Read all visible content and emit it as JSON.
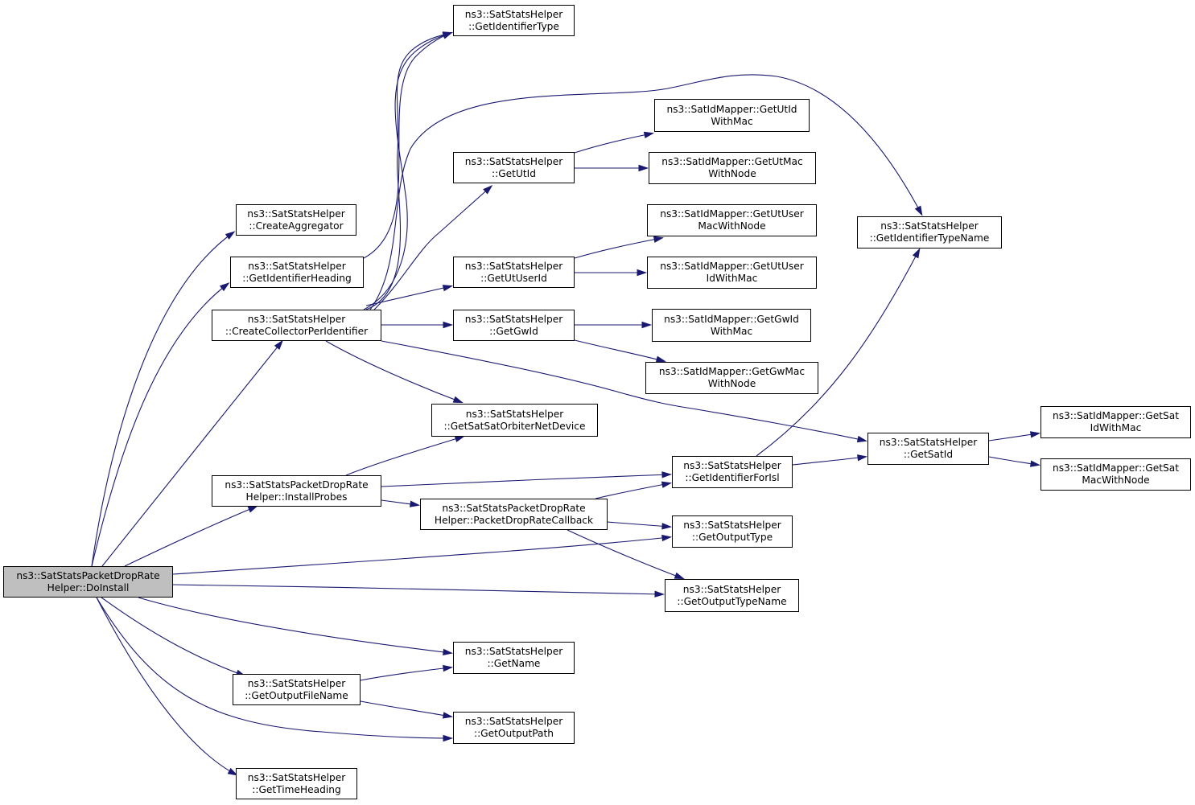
{
  "colors": {
    "edge": "#191970",
    "node_border": "#000000",
    "node_fill": "#ffffff",
    "focus_fill": "#bfbfbf"
  },
  "nodes": {
    "doinstall": {
      "l1": "ns3::SatStatsPacketDropRate",
      "l2": "Helper::DoInstall"
    },
    "createaggregator": {
      "l1": "ns3::SatStatsHelper",
      "l2": "::CreateAggregator"
    },
    "getidentifierheading": {
      "l1": "ns3::SatStatsHelper",
      "l2": "::GetIdentifierHeading"
    },
    "createcollectorperidentifier": {
      "l1": "ns3::SatStatsHelper",
      "l2": "::CreateCollectorPerIdentifier"
    },
    "installprobes": {
      "l1": "ns3::SatStatsPacketDropRate",
      "l2": "Helper::InstallProbes"
    },
    "getoutputfilename": {
      "l1": "ns3::SatStatsHelper",
      "l2": "::GetOutputFileName"
    },
    "gettimeheading": {
      "l1": "ns3::SatStatsHelper",
      "l2": "::GetTimeHeading"
    },
    "getidentifiertype": {
      "l1": "ns3::SatStatsHelper",
      "l2": "::GetIdentifierType"
    },
    "getutid": {
      "l1": "ns3::SatStatsHelper",
      "l2": "::GetUtId"
    },
    "getutuserid": {
      "l1": "ns3::SatStatsHelper",
      "l2": "::GetUtUserId"
    },
    "getgwid": {
      "l1": "ns3::SatStatsHelper",
      "l2": "::GetGwId"
    },
    "getsatsatorbiternetdevice": {
      "l1": "ns3::SatStatsHelper",
      "l2": "::GetSatSatOrbiterNetDevice"
    },
    "packetdropratecallback": {
      "l1": "ns3::SatStatsPacketDropRate",
      "l2": "Helper::PacketDropRateCallback"
    },
    "getname": {
      "l1": "ns3::SatStatsHelper",
      "l2": "::GetName"
    },
    "getoutputpath": {
      "l1": "ns3::SatStatsHelper",
      "l2": "::GetOutputPath"
    },
    "getutidwithmac": {
      "l1": "ns3::SatIdMapper::GetUtId",
      "l2": "WithMac"
    },
    "getutmacwithnode": {
      "l1": "ns3::SatIdMapper::GetUtMac",
      "l2": "WithNode"
    },
    "getutusermacwithnode": {
      "l1": "ns3::SatIdMapper::GetUtUser",
      "l2": "MacWithNode"
    },
    "getutuseridwithmac": {
      "l1": "ns3::SatIdMapper::GetUtUser",
      "l2": "IdWithMac"
    },
    "getgwidwithmac": {
      "l1": "ns3::SatIdMapper::GetGwId",
      "l2": "WithMac"
    },
    "getgwmacwithnode": {
      "l1": "ns3::SatIdMapper::GetGwMac",
      "l2": "WithNode"
    },
    "getidentifierforisl": {
      "l1": "ns3::SatStatsHelper",
      "l2": "::GetIdentifierForIsl"
    },
    "getoutputtype": {
      "l1": "ns3::SatStatsHelper",
      "l2": "::GetOutputType"
    },
    "getoutputtypename": {
      "l1": "ns3::SatStatsHelper",
      "l2": "::GetOutputTypeName"
    },
    "getidentifiertypename": {
      "l1": "ns3::SatStatsHelper",
      "l2": "::GetIdentifierTypeName"
    },
    "getsatid": {
      "l1": "ns3::SatStatsHelper",
      "l2": "::GetSatId"
    },
    "getsatidwithmac": {
      "l1": "ns3::SatIdMapper::GetSat",
      "l2": "IdWithMac"
    },
    "getsatmacwithnode": {
      "l1": "ns3::SatIdMapper::GetSat",
      "l2": "MacWithNode"
    }
  }
}
